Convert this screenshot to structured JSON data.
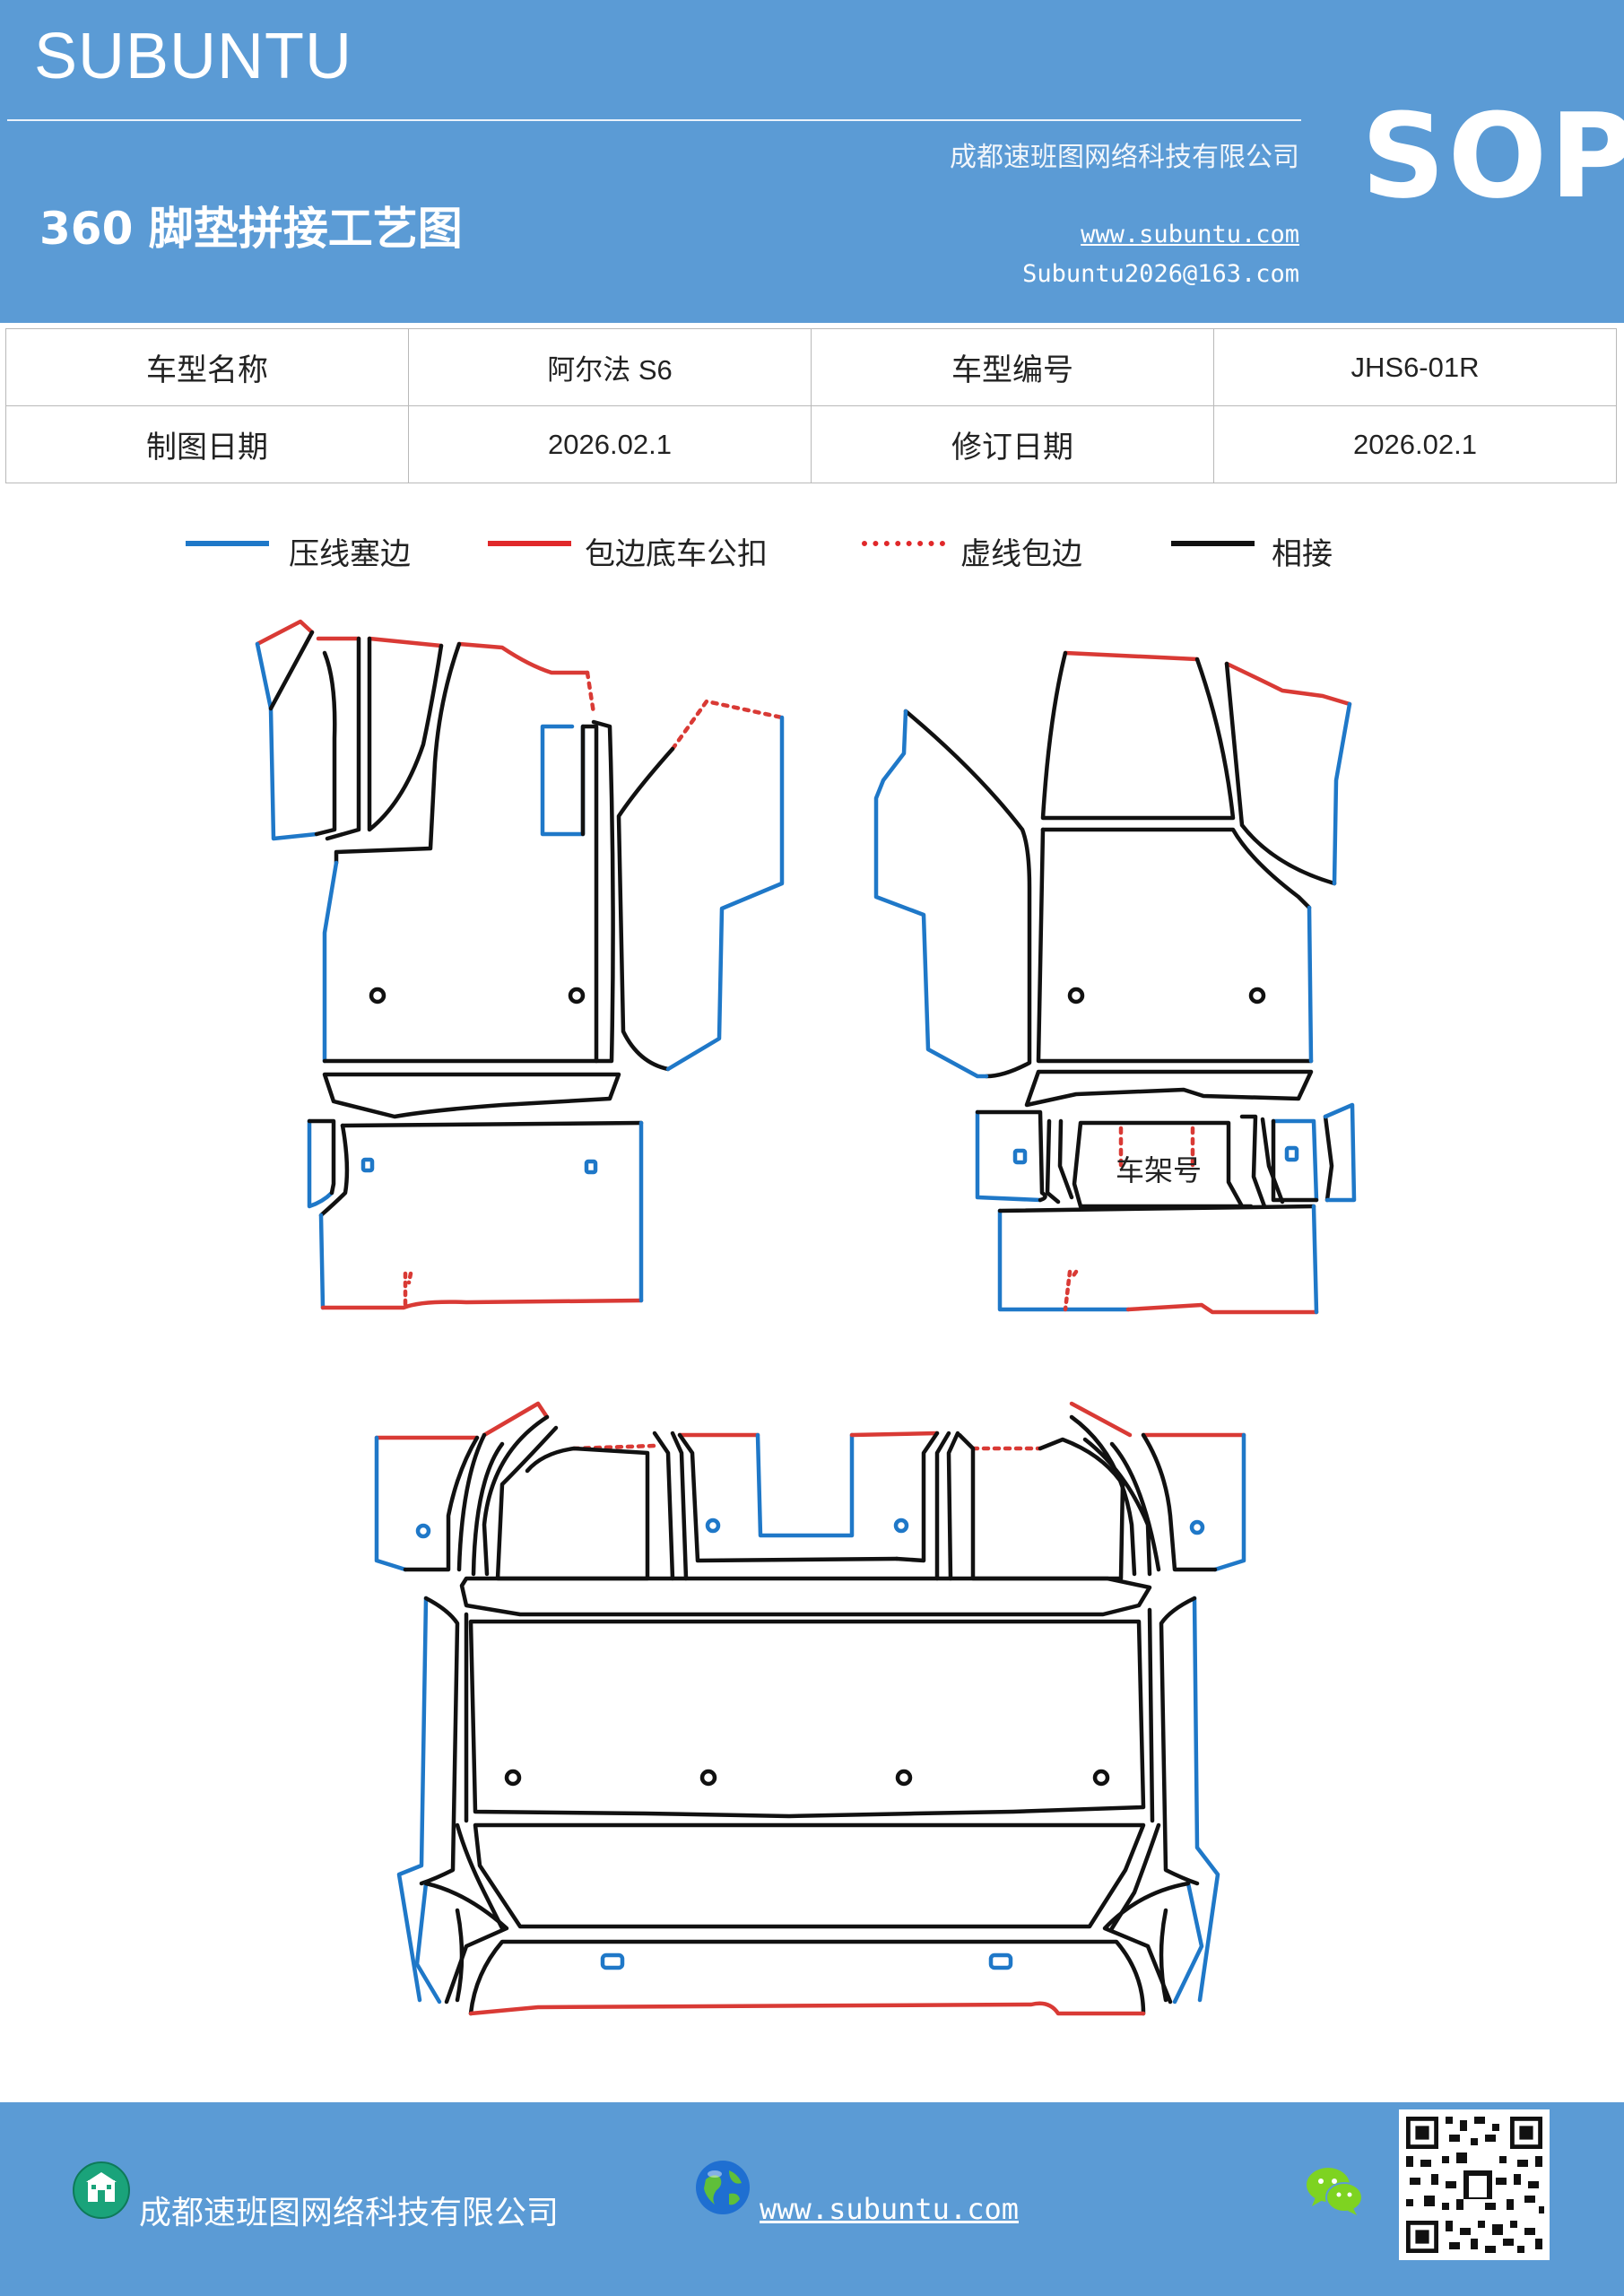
{
  "header": {
    "brand": "SUBUNTU",
    "company": "成都速班图网络科技有限公司",
    "title": "360 脚垫拼接工艺图",
    "website": "www.subuntu.com",
    "email": "Subuntu2026@163.com",
    "badge": "SOP"
  },
  "info_table": {
    "rows": [
      {
        "label1": "车型名称",
        "value1": "阿尔法 S6",
        "label2": "车型编号",
        "value2": "JHS6-01R"
      },
      {
        "label1": "制图日期",
        "value1": "2026.02.1",
        "label2": "修订日期",
        "value2": "2026.02.1"
      }
    ]
  },
  "legend": [
    {
      "label": "压线塞边",
      "color": "#1f78c8",
      "style": "solid"
    },
    {
      "label": "包边底车公扣",
      "color": "#e0282a",
      "style": "solid"
    },
    {
      "label": "虚线包边",
      "color": "#e0282a",
      "style": "dotted"
    },
    {
      "label": "相接",
      "color": "#111111",
      "style": "solid"
    }
  ],
  "diagram": {
    "vin_label": "车架号"
  },
  "colors": {
    "header_bg": "#5b9bd5",
    "blue_line": "#1f78c8",
    "red_line": "#d93a35",
    "black_line": "#111111"
  },
  "footer": {
    "company": "成都速班图网络科技有限公司",
    "website": "www.subuntu.com",
    "icons": [
      "company-icon",
      "globe-icon",
      "wechat-icon",
      "qr-code"
    ]
  }
}
